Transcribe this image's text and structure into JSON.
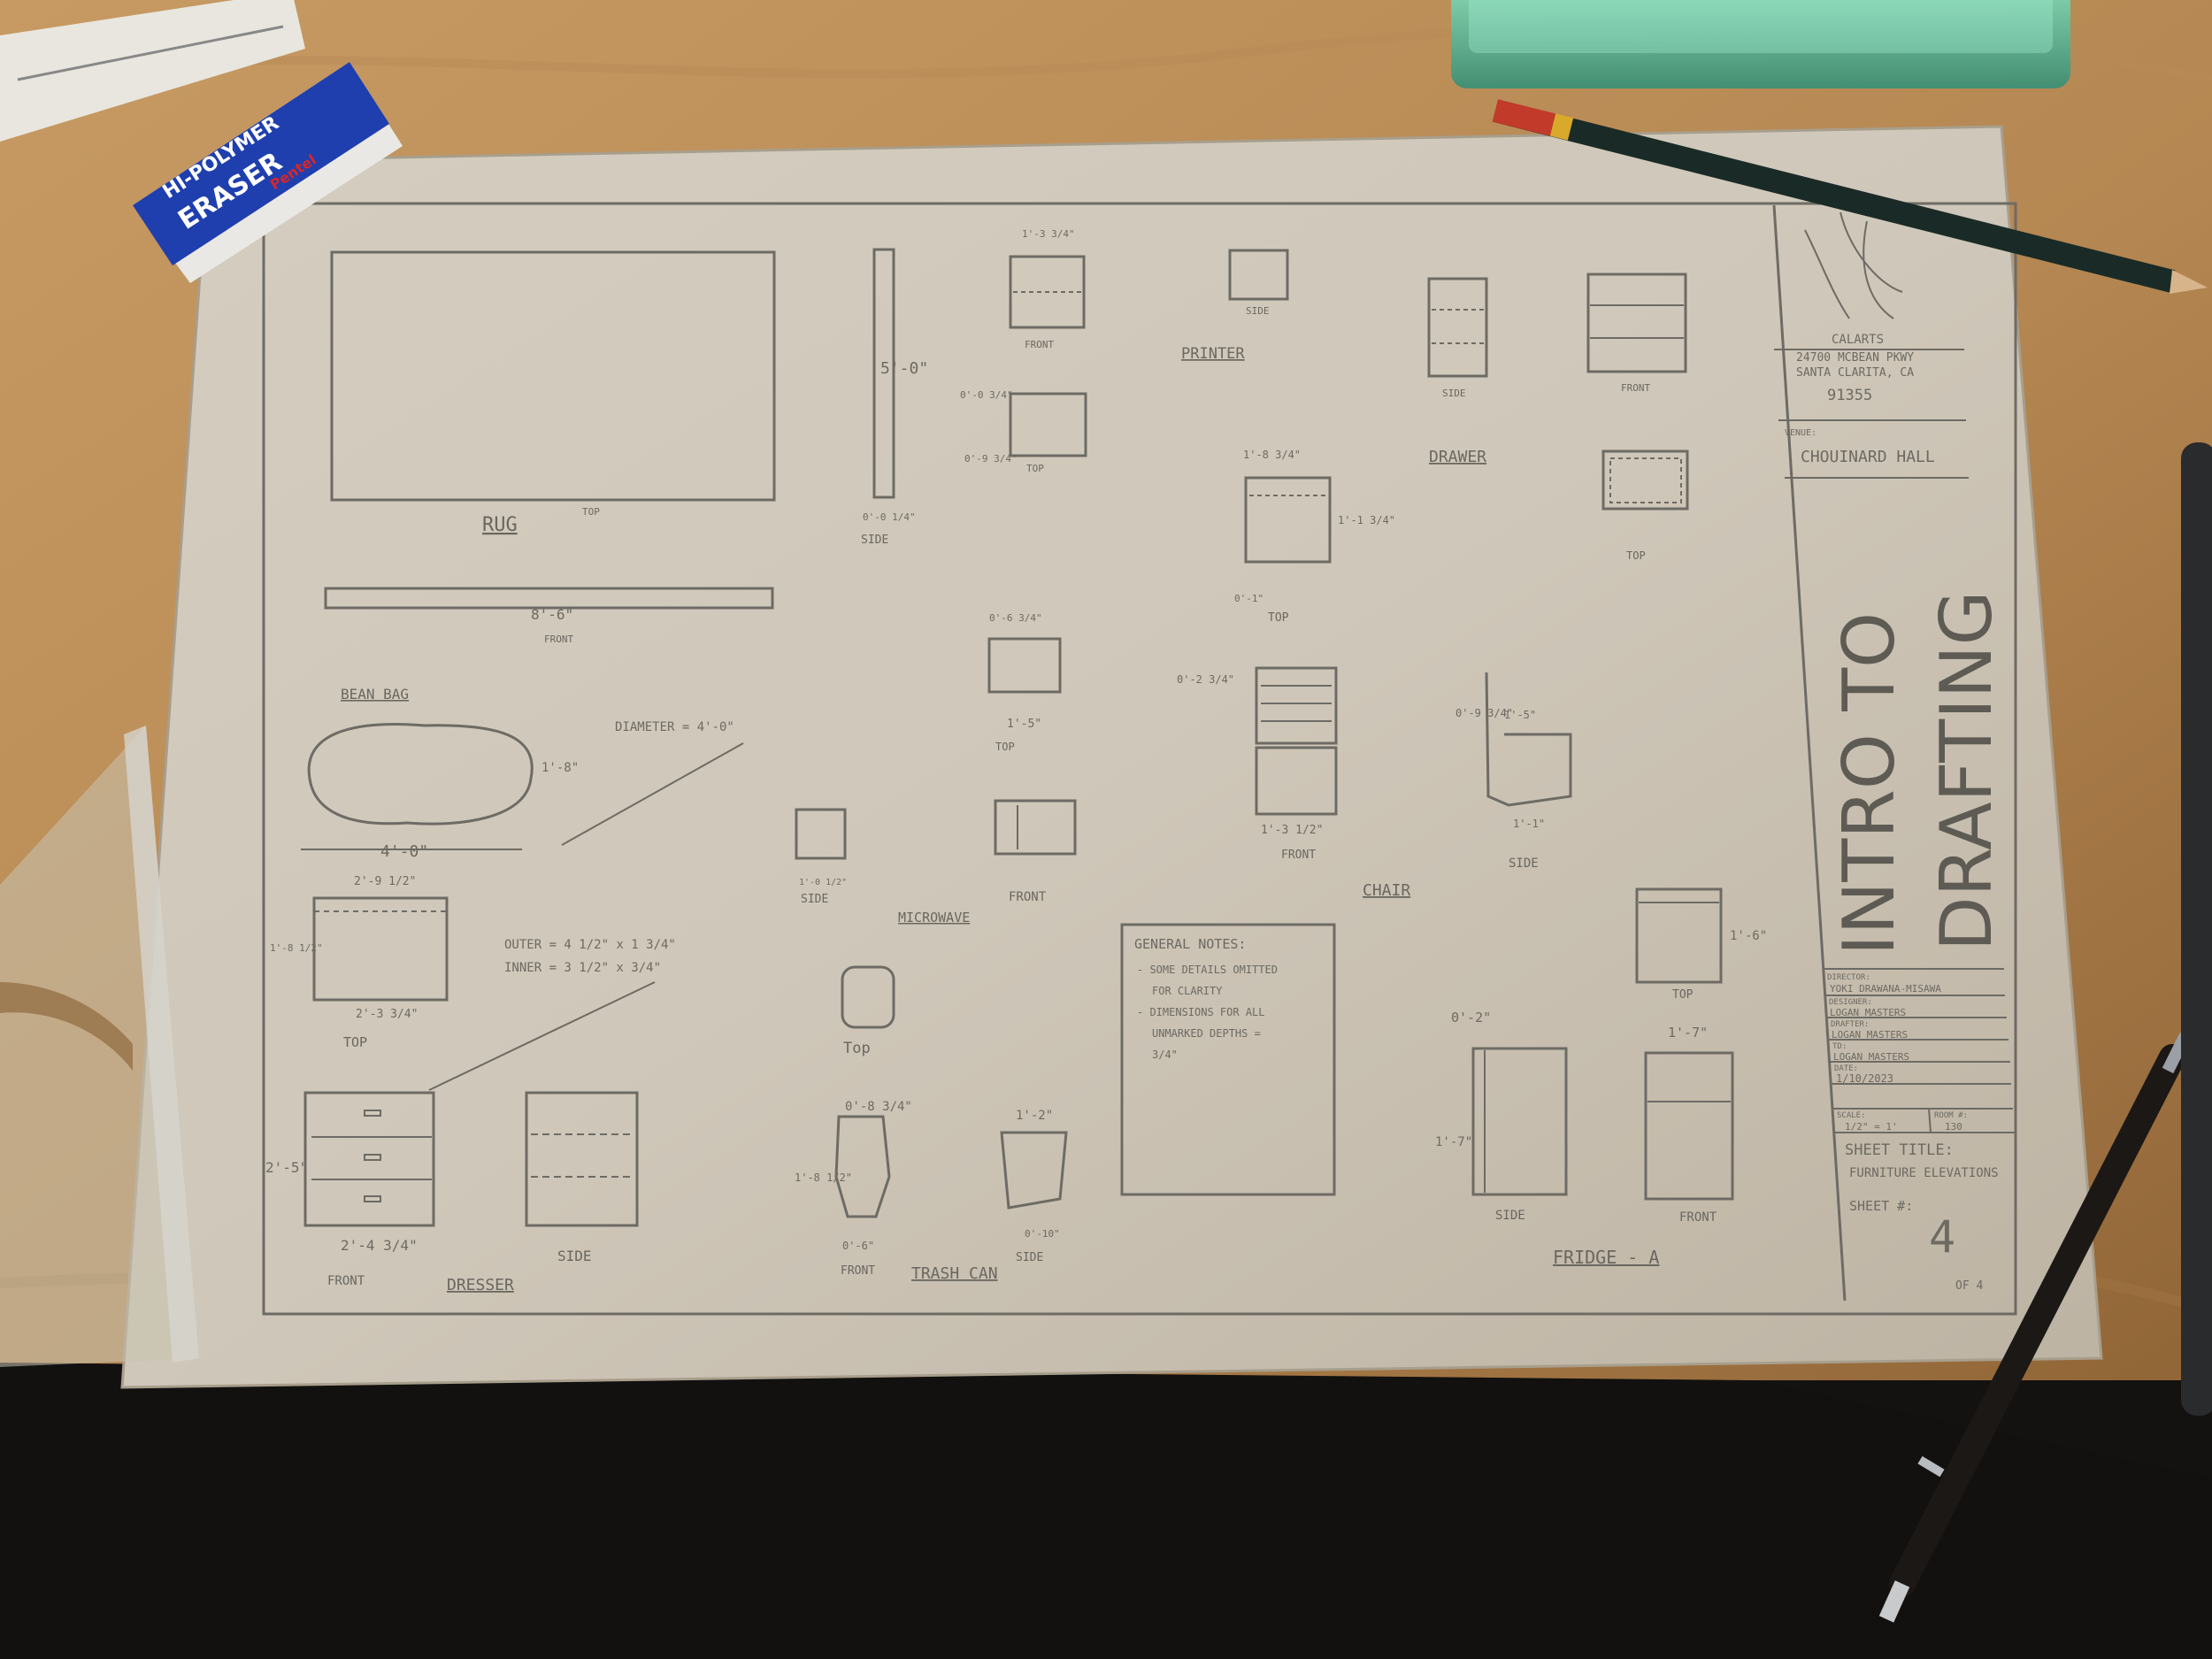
{
  "eraser": {
    "line1": "HI-POLYMER",
    "line2": "ERASER",
    "brand": "Pentel"
  },
  "sheet": {
    "title_block": {
      "school_name": "CALARTS",
      "school_addr1": "24700 MCBEAN PKWY",
      "school_addr2": "SANTA CLARITA, CA",
      "school_zip": "91355",
      "venue_label": "VENUE:",
      "venue": "CHOUINARD HALL",
      "course_line1": "INTRO TO",
      "course_line2": "DRAFTING",
      "director_label": "DIRECTOR:",
      "director": "YOKI DRAWANA-MISAWA",
      "designer_label": "DESIGNER:",
      "designer": "LOGAN MASTERS",
      "drafter_label": "DRAFTER:",
      "drafter": "LOGAN MASTERS",
      "tb_label": "TD:",
      "tb": "LOGAN MASTERS",
      "date_label": "DATE:",
      "date": "1/10/2023",
      "scale_label": "SCALE:",
      "scale": "1/2\" = 1'",
      "room_label": "ROOM #:",
      "room": "130",
      "sheet_title_label": "SHEET TITLE:",
      "sheet_title": "FURNITURE ELEVATIONS",
      "sheet_num_label": "SHEET #:",
      "sheet_num": "4",
      "sheet_of": "OF 4"
    },
    "general_notes": {
      "heading": "GENERAL NOTES:",
      "note1_a": "- SOME DETAILS OMITTED",
      "note1_b": "FOR CLARITY",
      "note2_a": "- DIMENSIONS FOR ALL",
      "note2_b": "UNMARKED DEPTHS =",
      "note2_c": "3/4\""
    },
    "labels": {
      "rug": "RUG",
      "printer": "PRINTER",
      "drawer": "DRAWER",
      "bean_bag": "BEAN BAG",
      "microwave": "MICROWAVE",
      "chair": "CHAIR",
      "dresser": "DRESSER",
      "trash_can": "TRASH CAN",
      "fridge": "FRIDGE - A"
    },
    "view_labels": {
      "top": "TOP",
      "side": "SIDE",
      "front": "FRONT",
      "top_title": "Top"
    },
    "dims": {
      "rug_len": "8'-6\"",
      "rug_h": "5'-0\"",
      "rug_t": "0'-0 1/4\"",
      "bag_diam": "DIAMETER = 4'-0\"",
      "bag_w": "4'-0\"",
      "bag_h": "1'-8\"",
      "drs_top_a": "2'-9 1/2\"",
      "drs_top_b": "2'-3 3/4\"",
      "drs_top_c": "1'-8 1/2\"",
      "drs_outer": "OUTER = 4 1/2\" x 1 3/4\"",
      "drs_inner": "INNER = 3 1/2\" x 3/4\"",
      "drs_h": "2'-5\"",
      "drs_w": "2'-4 3/4\"",
      "prn_a": "1'-3 3/4\"",
      "prn_b": "0'-0 3/4\"",
      "prn_c": "0'-9 3/4\"",
      "drw_a": "1'-8 3/4\"",
      "drw_b": "1'-1 3/4\"",
      "drw_c": "0'-1\"",
      "mw_a": "1'-5\"",
      "mw_b": "0'-6 3/4\"",
      "mw_c": "1'-0 1/2\"",
      "ch_a": "0'-2 3/4\"",
      "ch_b": "1'-3 1/2\"",
      "ch_c": "1'-1\"",
      "ch_d": "1'-5\"",
      "ch_e": "0'-9 3/4\"",
      "tc_a": "0'-8 3/4\"",
      "tc_b": "1'-2\"",
      "tc_c": "0'-6\"",
      "tc_d": "1'-8 1/2\"",
      "tc_e": "0'-10\"",
      "fr_a": "1'-7\"",
      "fr_b": "1'-6\"",
      "fr_c": "0'-2\"",
      "fr_d": "1'-7\""
    }
  }
}
